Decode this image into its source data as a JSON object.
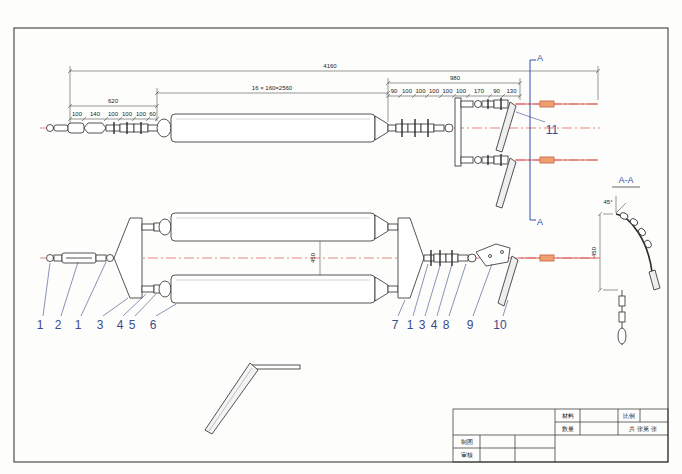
{
  "diagram": {
    "labels": [
      "4160",
      "980",
      "620",
      "16 × 160=2560",
      "100",
      "140",
      "100",
      "100",
      "100",
      "60",
      "90",
      "100",
      "100",
      "100",
      "100",
      "100",
      "170",
      "90",
      "130",
      "A",
      "A",
      "11",
      "450",
      "A-A",
      "45°",
      "450",
      "1",
      "2",
      "1",
      "3",
      "4",
      "5",
      "6",
      "7",
      "1",
      "3",
      "4",
      "8",
      "9",
      "10",
      "材料",
      "比例",
      "数量",
      "共 张第 张",
      "制图",
      "审核"
    ]
  }
}
